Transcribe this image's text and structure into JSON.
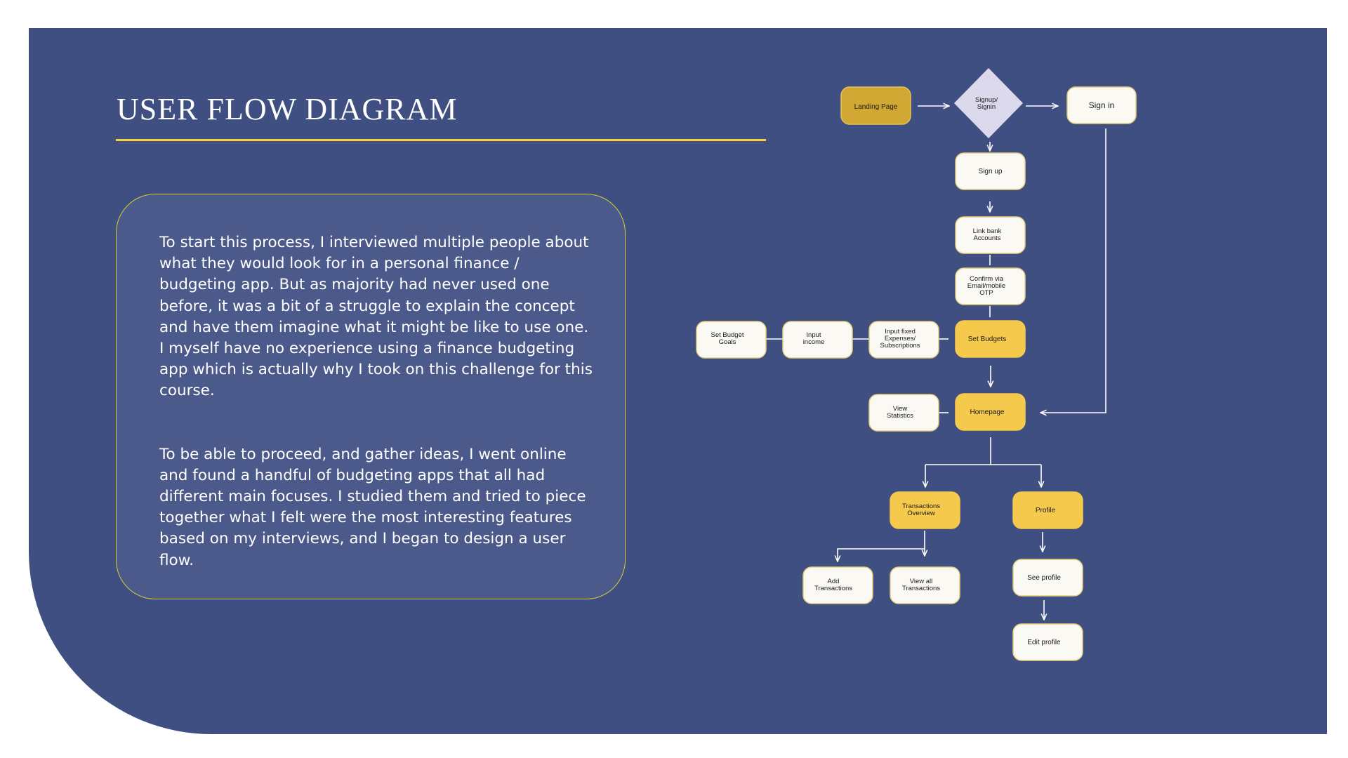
{
  "slide": {
    "title": "USER FLOW DIAGRAM",
    "colors": {
      "background": "#3f4f82",
      "card_background": "#4c5a8b",
      "accent_yellow": "#f2d33f",
      "highlight_node": "#f5c94c",
      "landing_node": "#d1a834",
      "plain_node": "#fbf9f3",
      "decision_node": "#dcd9ec"
    }
  },
  "description": {
    "paragraph_1": "To start this process, I interviewed multiple people about what they would look for in a personal finance / budgeting app. But as majority had never used one before, it was a bit of a struggle to explain the concept and have them imagine what it might be like to use one. I myself have no experience using a finance budgeting app which is actually why  I took on this challenge for this course.",
    "paragraph_2": "To be able to proceed, and gather ideas, I went online and found a handful of budgeting apps that all had different main focuses. I studied them and tried to piece together what I felt were the most interesting features based on my interviews, and I began to design a user flow."
  },
  "flow": {
    "landing_page": "Landing Page",
    "signup_signin": [
      "Signup/",
      "Signin"
    ],
    "sign_in": "Sign in",
    "sign_up": "Sign up",
    "link_bank": [
      "Link bank",
      "Accounts"
    ],
    "confirm_otp": [
      "Confirm via",
      "Email/mobile",
      "OTP"
    ],
    "set_budgets": "Set Budgets",
    "input_fixed": [
      "Input fixed",
      "Expenses/",
      "Subscriptions"
    ],
    "input_income": [
      "Input",
      "income"
    ],
    "set_budget_goals": [
      "Set Budget",
      "Goals"
    ],
    "homepage": "Homepage",
    "view_statistics": [
      "View",
      "Statistics"
    ],
    "transactions_overview": [
      "Transactions",
      "Overview"
    ],
    "profile": "Profile",
    "add_transactions": [
      "Add",
      "Transactions"
    ],
    "view_all_transactions": [
      "View all",
      "Transactions"
    ],
    "see_profile": "See profile",
    "edit_profile": "Edit profile"
  }
}
